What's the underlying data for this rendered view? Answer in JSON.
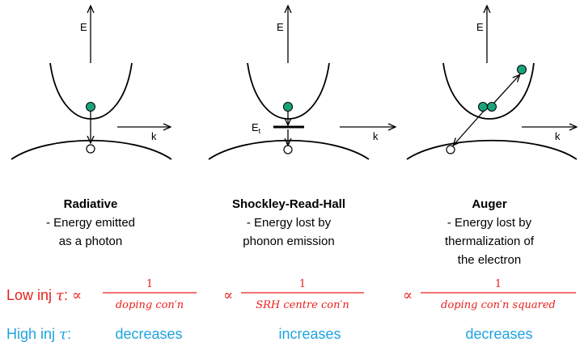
{
  "axis_labels": {
    "energy": "E",
    "momentum": "k",
    "trap_level": "E",
    "trap_sub": "t"
  },
  "panels": [
    {
      "title": "Radiative",
      "desc": [
        "- Energy emitted",
        "as a photon"
      ]
    },
    {
      "title": "Shockley-Read-Hall",
      "desc": [
        "- Energy lost by",
        "phonon emission"
      ]
    },
    {
      "title": "Auger",
      "desc": [
        "- Energy lost by",
        "thermalization of",
        "the electron"
      ]
    }
  ],
  "low_inj": {
    "label": "Low inj",
    "tau": "τ",
    "colon": ":",
    "prop": "∝",
    "numerator": "1",
    "denominators": [
      "doping con′n",
      "SRH centre con′n",
      "doping con′n squared"
    ]
  },
  "high_inj": {
    "label": "High inj",
    "tau": "τ",
    "colon": ":",
    "values": [
      "decreases",
      "increases",
      "decreases"
    ]
  },
  "colors": {
    "electron": "#1aa37a",
    "low_inj": "#e8211c",
    "high_inj": "#1fa3e0",
    "line": "#000000"
  }
}
